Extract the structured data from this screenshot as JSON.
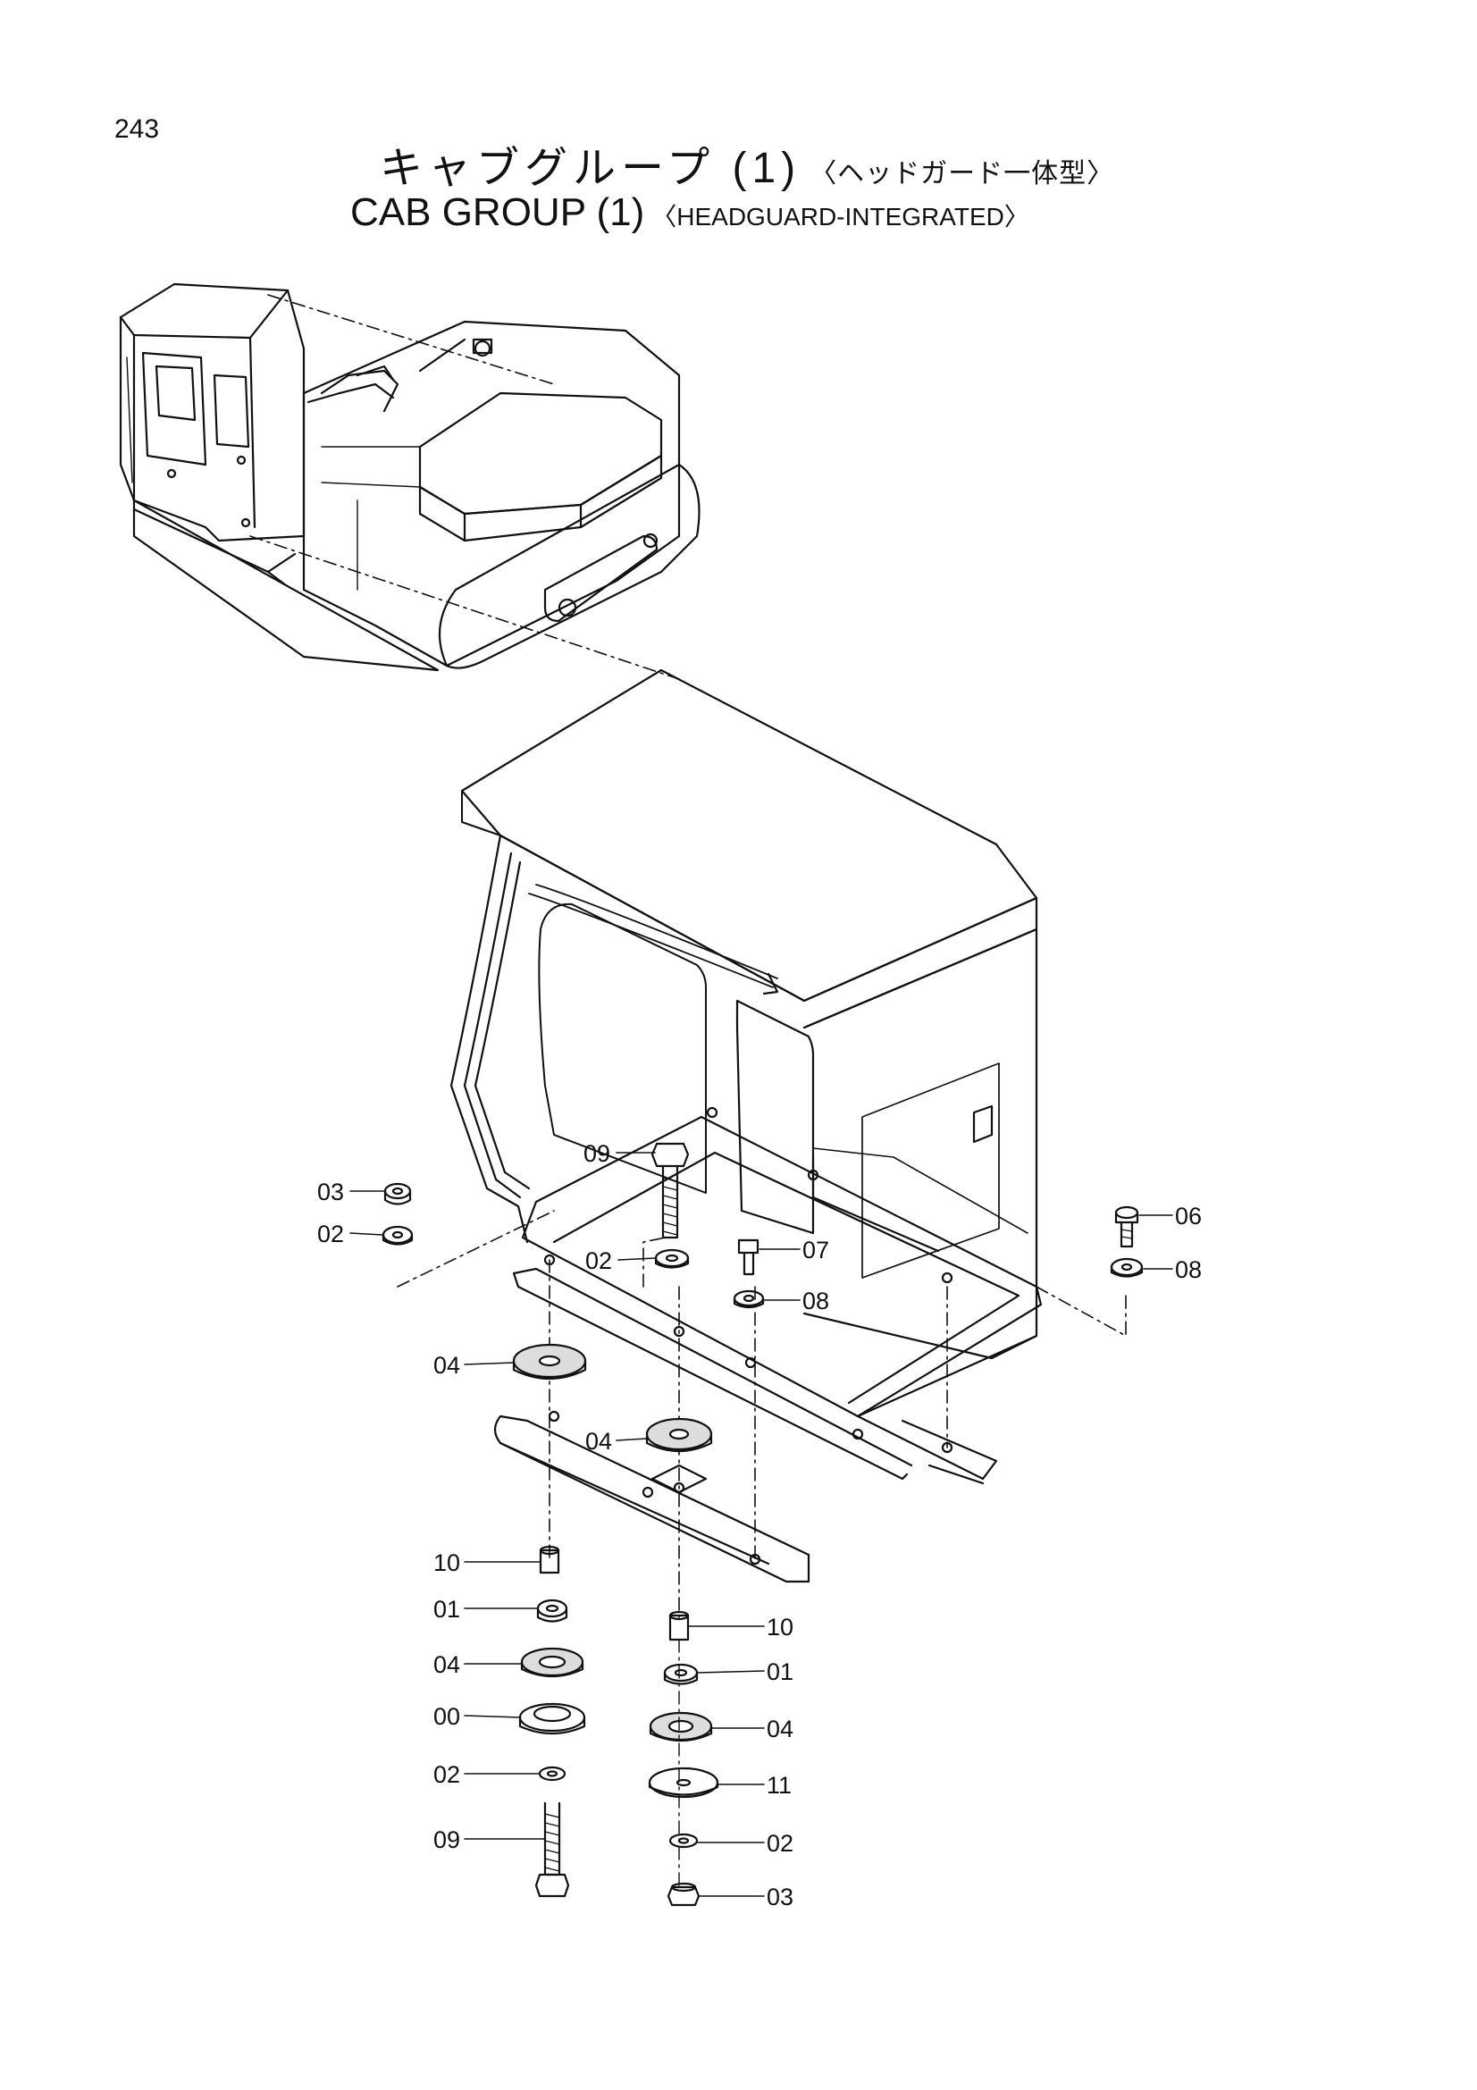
{
  "page": {
    "number": "243"
  },
  "title": {
    "jp_main": "キャブグループ (1)",
    "jp_sub": "〈ヘッドガード一体型〉",
    "en_main": "CAB GROUP (1)",
    "en_sub": "〈HEADGUARD-INTEGRATED〉"
  },
  "callouts": [
    {
      "label": "03"
    },
    {
      "label": "02"
    },
    {
      "label": "09"
    },
    {
      "label": "02"
    },
    {
      "label": "07"
    },
    {
      "label": "08"
    },
    {
      "label": "06"
    },
    {
      "label": "08"
    },
    {
      "label": "04"
    },
    {
      "label": "04"
    },
    {
      "label": "10"
    },
    {
      "label": "01"
    },
    {
      "label": "04"
    },
    {
      "label": "00"
    },
    {
      "label": "02"
    },
    {
      "label": "09"
    },
    {
      "label": "10"
    },
    {
      "label": "01"
    },
    {
      "label": "04"
    },
    {
      "label": "11"
    },
    {
      "label": "02"
    },
    {
      "label": "03"
    }
  ]
}
